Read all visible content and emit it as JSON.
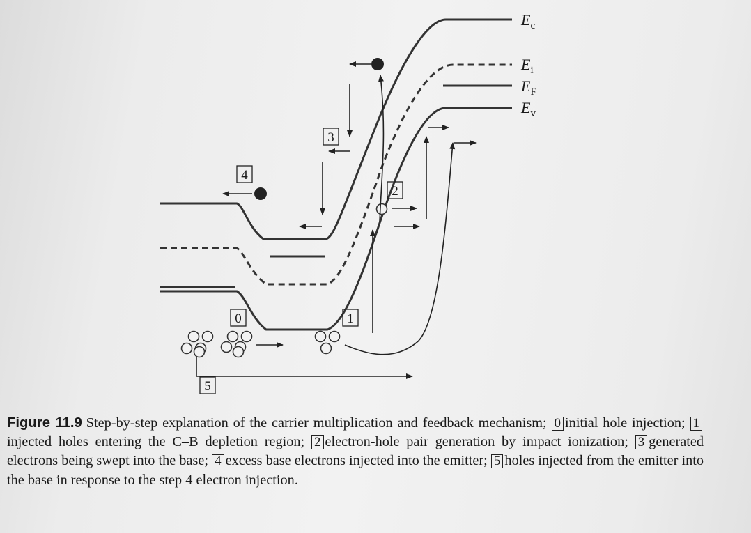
{
  "diagram": {
    "band_labels": {
      "ec": {
        "main": "E",
        "sub": "c"
      },
      "ei": {
        "main": "E",
        "sub": "i"
      },
      "ef": {
        "main": "E",
        "sub": "F"
      },
      "ev": {
        "main": "E",
        "sub": "v"
      }
    },
    "steps": [
      "0",
      "1",
      "2",
      "3",
      "4",
      "5"
    ]
  },
  "caption": {
    "label": "Figure 11.9",
    "intro": "Step-by-step explanation of the carrier multiplication and feedback mechanism;",
    "items": [
      {
        "num": "0",
        "text": "initial hole injection;"
      },
      {
        "num": "1",
        "text": "injected holes entering the C–B depletion region;"
      },
      {
        "num": "2",
        "text": "electron-hole pair generation by impact ionization;"
      },
      {
        "num": "3",
        "text": "generated electrons being swept into the base;"
      },
      {
        "num": "4",
        "text": "excess base electrons injected into the emitter;"
      },
      {
        "num": "5",
        "text": "holes injected from the emitter into the base in response to the step 4 electron injection."
      }
    ]
  }
}
